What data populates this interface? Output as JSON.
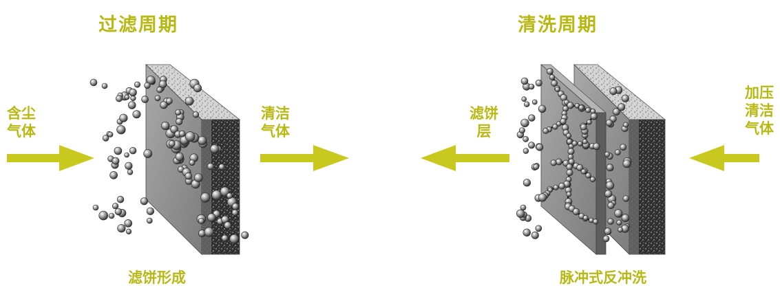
{
  "titles": {
    "filtration_cycle": "过滤周期",
    "cleaning_cycle": "清洗周期"
  },
  "labels": {
    "dusty_gas": [
      "含尘",
      "气体"
    ],
    "clean_gas": [
      "清洁",
      "气体"
    ],
    "filter_cake_layer": [
      "滤饼",
      "层"
    ],
    "pressurized_clean_gas": [
      "加压",
      "清洁",
      "气体"
    ]
  },
  "captions": {
    "cake_formation": "滤饼形成",
    "pulse_jet_cleaning": "脉冲式反冲洗"
  },
  "colors": {
    "text": "#b8b814",
    "arrow": "#c8c81e",
    "particle": "#8a8a8a"
  },
  "icons": [
    "arrow-right-icon",
    "arrow-left-icon",
    "filter-plate-icon",
    "dust-particle-icon"
  ]
}
